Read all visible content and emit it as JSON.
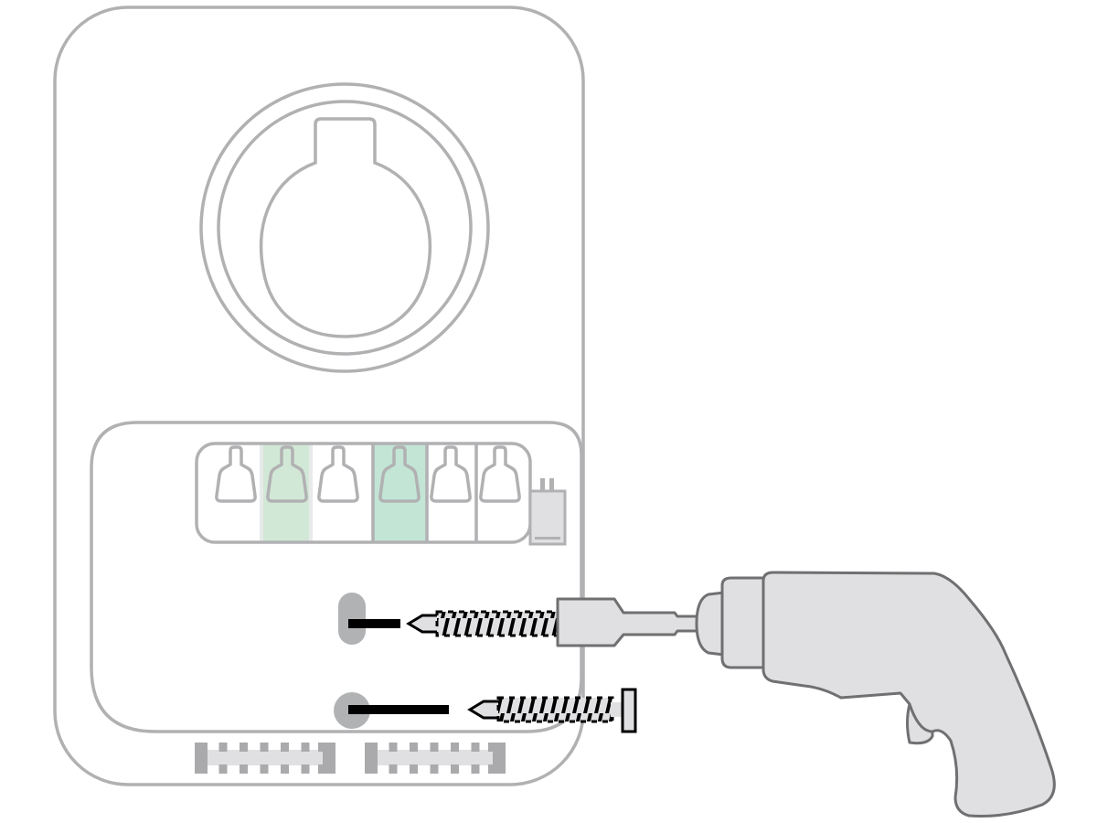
{
  "colors": {
    "outline": "#b1b1b3",
    "fill_light": "#e0e0e2",
    "hole": "#b0b2b4",
    "green_band_1": "#d2e8d6",
    "green_band_2": "#c3e5d5",
    "drill_outline": "#707072",
    "screw": "#000000"
  },
  "illustration": {
    "terminal_count": 6,
    "highlighted_terminals": [
      2,
      4
    ],
    "screws": 2,
    "tool": "drill-icon"
  }
}
